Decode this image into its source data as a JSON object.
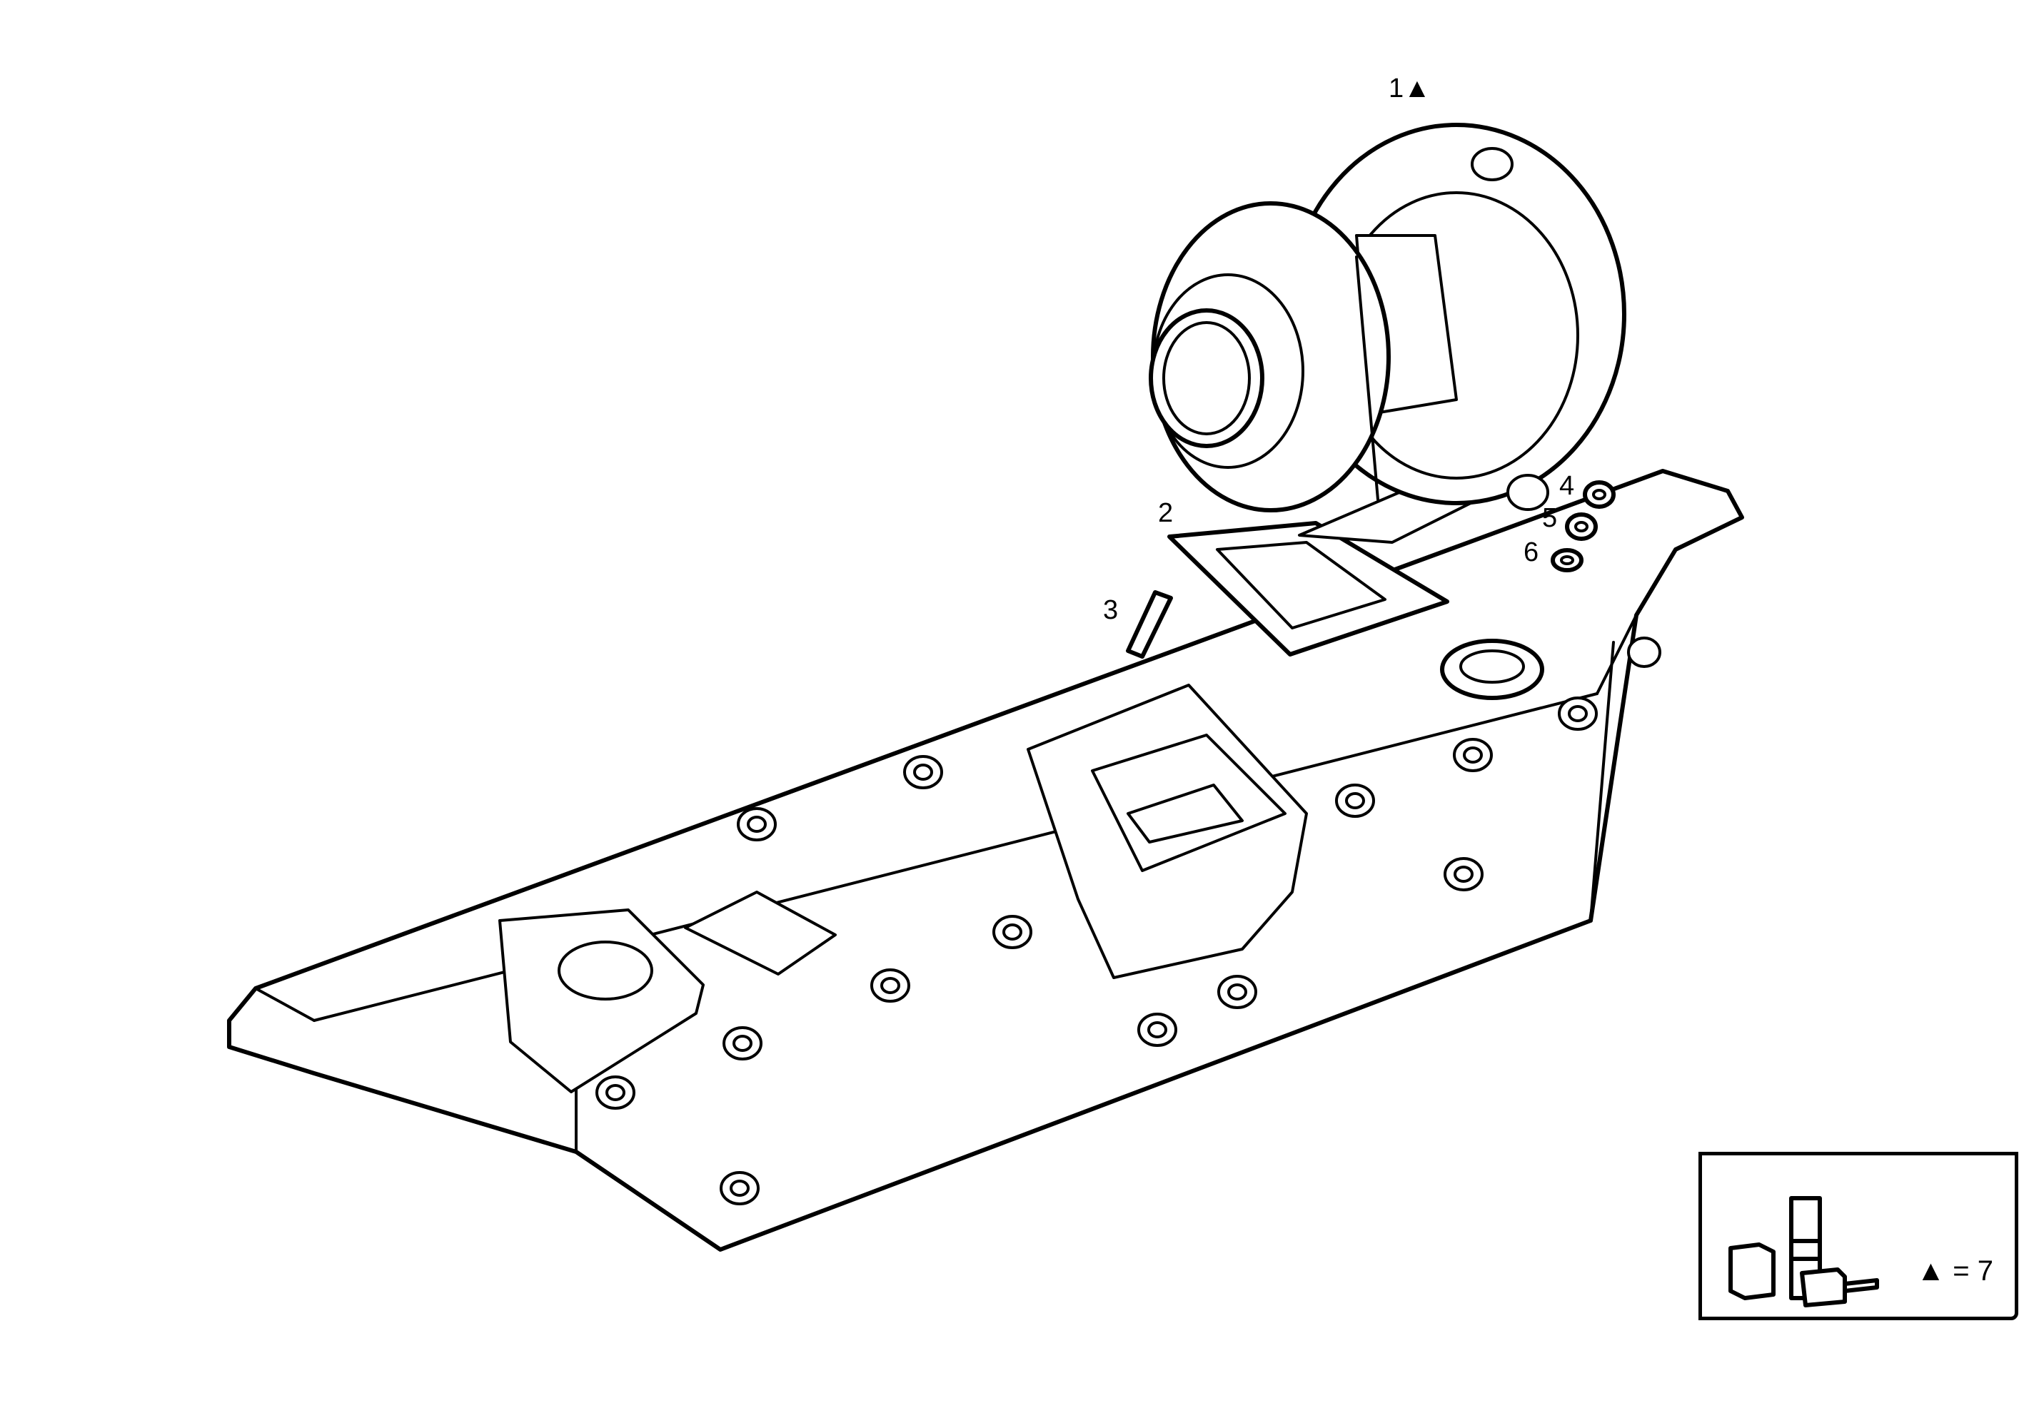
{
  "callouts": [
    {
      "id": "1",
      "marker": "▲"
    },
    {
      "id": "2"
    },
    {
      "id": "3"
    },
    {
      "id": "4"
    },
    {
      "id": "5"
    },
    {
      "id": "6"
    }
  ],
  "legend": {
    "symbol": "▲",
    "text": "= 7",
    "icon": "kit-components-icon"
  }
}
